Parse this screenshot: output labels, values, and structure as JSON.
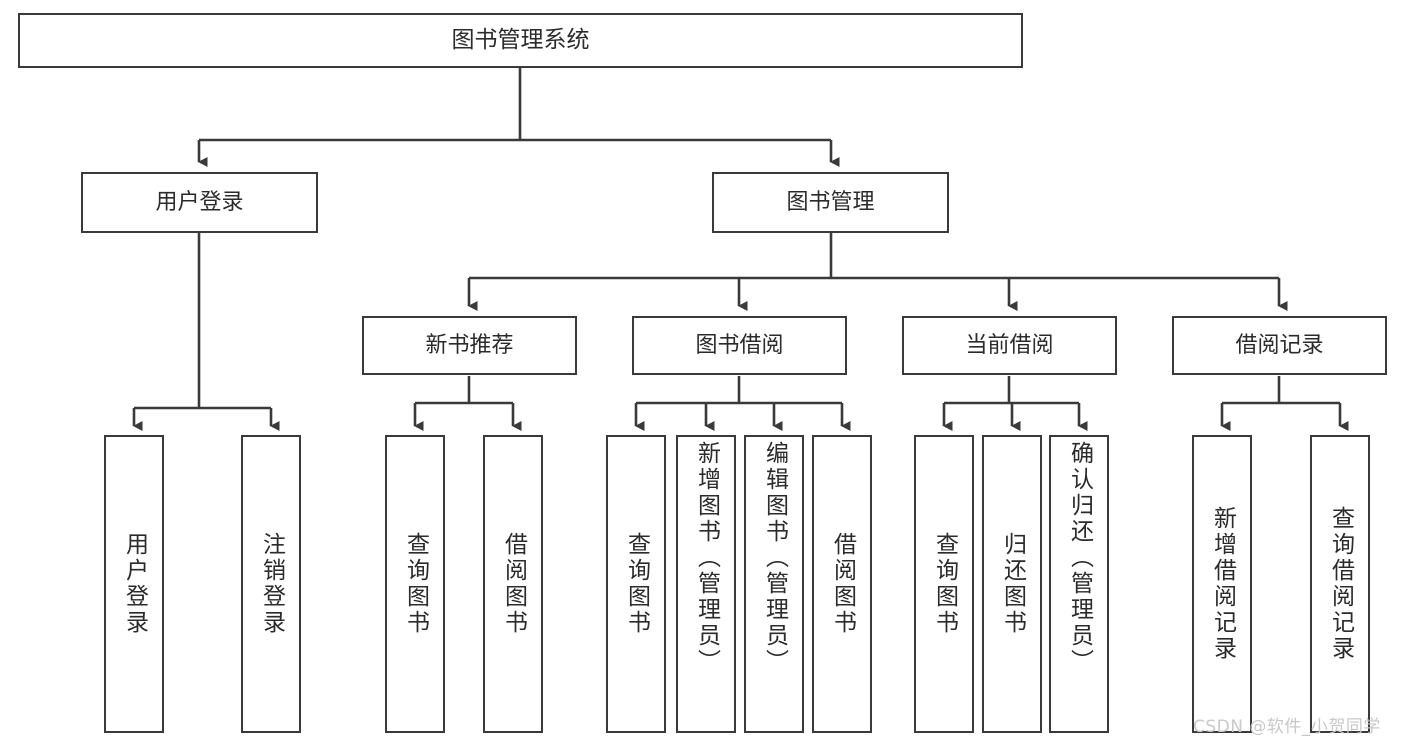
{
  "diagram": {
    "title": "图书管理系统",
    "type": "tree-hierarchy-chart",
    "watermark": "CSDN @软件_小贺同学",
    "colors": {
      "box_border": "#3a3a3a",
      "box_fill": "#ffffff",
      "connector": "#3a3a3a",
      "text": "#2b2b2b",
      "watermark": "#c9c9c9"
    },
    "levels": {
      "root": {
        "label": "图书管理系统"
      },
      "level2": [
        {
          "label": "用户登录"
        },
        {
          "label": "图书管理"
        }
      ],
      "level3": [
        {
          "label": "新书推荐"
        },
        {
          "label": "图书借阅"
        },
        {
          "label": "当前借阅"
        },
        {
          "label": "借阅记录"
        }
      ],
      "leaves": {
        "user_login": [
          {
            "label": "用户登录"
          },
          {
            "label": "注销登录"
          }
        ],
        "new_book_recommend": [
          {
            "label": "查询图书"
          },
          {
            "label": "借阅图书"
          }
        ],
        "book_borrow": [
          {
            "label": "查询图书"
          },
          {
            "label": "新增图书（管理员）"
          },
          {
            "label": "编辑图书（管理员）"
          },
          {
            "label": "借阅图书"
          }
        ],
        "current_borrow": [
          {
            "label": "查询图书"
          },
          {
            "label": "归还图书"
          },
          {
            "label": "确认归还（管理员）"
          }
        ],
        "borrow_record": [
          {
            "label": "新增借阅记录"
          },
          {
            "label": "查询借阅记录"
          }
        ]
      }
    }
  }
}
